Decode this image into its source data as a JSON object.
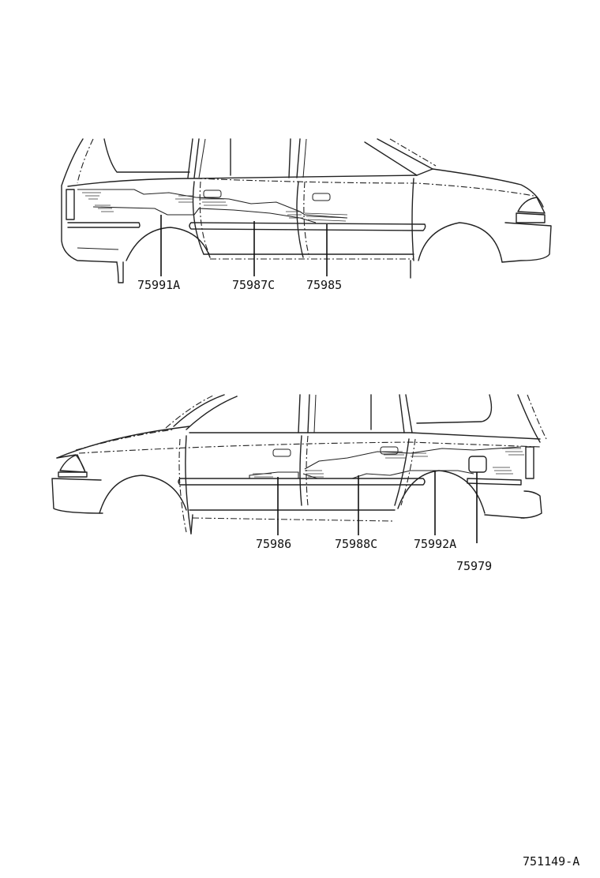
{
  "diagram_code": "751149-A",
  "upper_view": {
    "labels": [
      "75991A",
      "75987C",
      "75985"
    ]
  },
  "lower_view": {
    "labels": [
      "75986",
      "75988C",
      "75992A",
      "75979"
    ]
  }
}
